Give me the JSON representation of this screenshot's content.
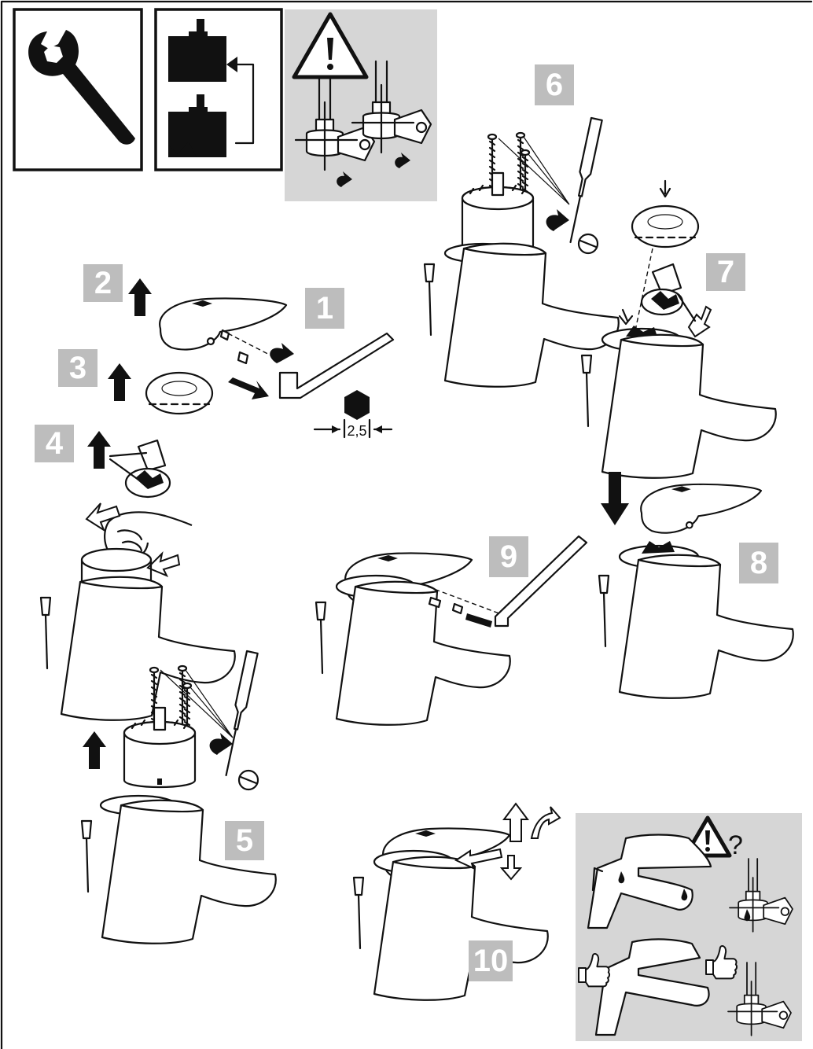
{
  "steps": [
    {
      "label": "1"
    },
    {
      "label": "2"
    },
    {
      "label": "3"
    },
    {
      "label": "4"
    },
    {
      "label": "5"
    },
    {
      "label": "6"
    },
    {
      "label": "7"
    },
    {
      "label": "8"
    },
    {
      "label": "9"
    },
    {
      "label": "10"
    }
  ],
  "hex_key_size": "2,5",
  "leak_check_mark": "?",
  "icons": [
    "wrench-icon",
    "cartridge-replace-icon",
    "warning-icon",
    "angle-valve-icon",
    "hand-icon",
    "thumbs-up-icon"
  ],
  "colors": {
    "step_box": "#bdbdbd",
    "panel_gray": "#d6d6d6",
    "ink": "#111111"
  }
}
